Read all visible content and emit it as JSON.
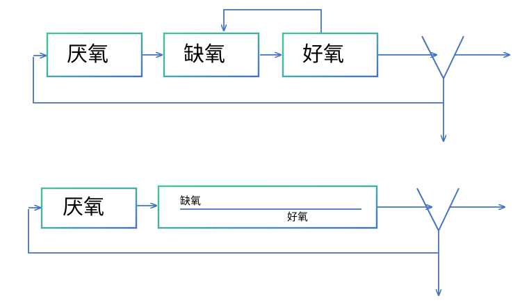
{
  "diagram": {
    "type": "process-flow",
    "title": "",
    "colors": {
      "box_border_start": "#45c38c",
      "box_border_end": "#4472c4",
      "arrow": "#4472c4",
      "divider": "#4472c4",
      "text": "#000000",
      "background": "#ffffff"
    },
    "processes": [
      {
        "id": "upper",
        "name": "upper-process-row",
        "boxes": [
          {
            "id": "upper-anaerobic",
            "label": "厌氧",
            "size": "big"
          },
          {
            "id": "upper-anoxic",
            "label": "缺氧",
            "size": "big"
          },
          {
            "id": "upper-aerobic",
            "label": "好氧",
            "size": "big"
          }
        ],
        "clarifier": {
          "id": "upper-clarifier",
          "name": "clarifier-symbol"
        },
        "flows": [
          {
            "id": "upper-influent-to-anaerobic",
            "name": "influent-arrow"
          },
          {
            "id": "upper-anaerobic-to-anoxic",
            "name": "flow-arrow"
          },
          {
            "id": "upper-anoxic-to-aerobic",
            "name": "flow-arrow"
          },
          {
            "id": "upper-aerobic-to-clarifier",
            "name": "flow-arrow"
          },
          {
            "id": "upper-effluent",
            "name": "effluent-arrow"
          },
          {
            "id": "upper-internal-recycle",
            "name": "internal-recycle-loop"
          },
          {
            "id": "upper-sludge-return",
            "name": "sludge-return-loop"
          },
          {
            "id": "upper-waste-sludge",
            "name": "waste-sludge-arrow"
          }
        ]
      },
      {
        "id": "lower",
        "name": "lower-process-row",
        "boxes": [
          {
            "id": "lower-anaerobic",
            "label": "厌氧",
            "size": "big"
          },
          {
            "id": "lower-combined",
            "label_top": "缺氧",
            "label_bottom": "好氧",
            "size": "small",
            "has_divider": true
          }
        ],
        "clarifier": {
          "id": "lower-clarifier",
          "name": "clarifier-symbol"
        },
        "flows": [
          {
            "id": "lower-influent-to-anaerobic",
            "name": "influent-arrow"
          },
          {
            "id": "lower-anaerobic-to-combined",
            "name": "flow-arrow"
          },
          {
            "id": "lower-combined-to-clarifier",
            "name": "flow-arrow"
          },
          {
            "id": "lower-effluent",
            "name": "effluent-arrow"
          },
          {
            "id": "lower-sludge-return",
            "name": "sludge-return-loop"
          },
          {
            "id": "lower-waste-sludge",
            "name": "waste-sludge-arrow"
          }
        ]
      }
    ]
  }
}
